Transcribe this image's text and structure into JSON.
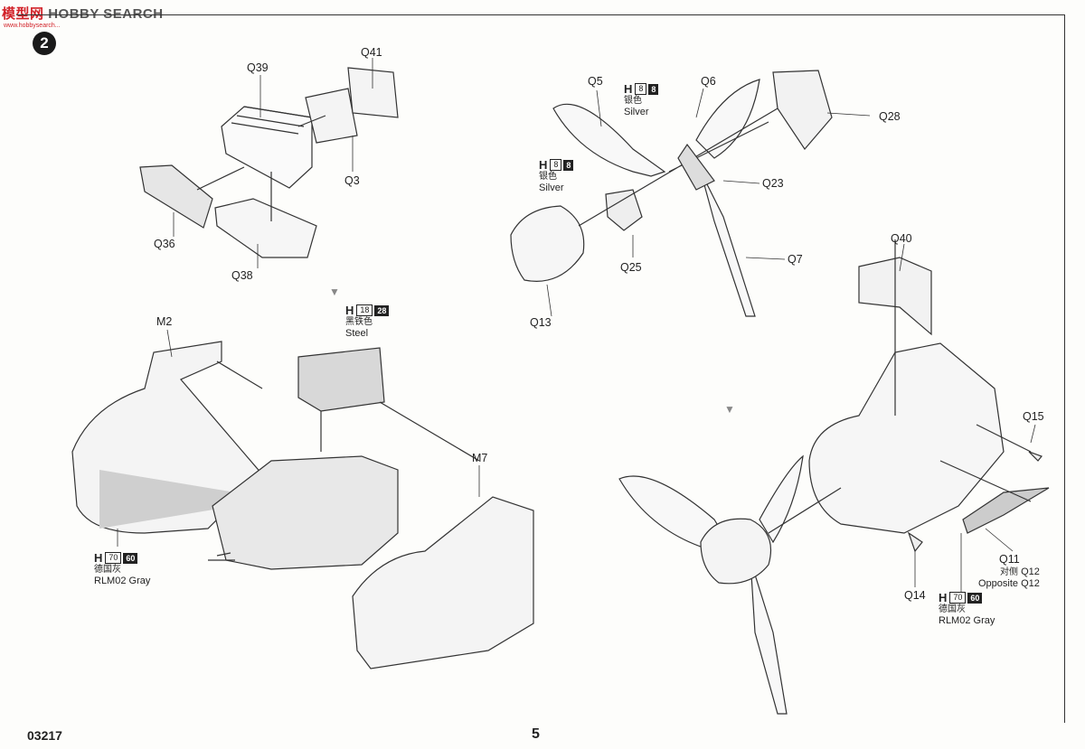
{
  "watermark": {
    "cn": "模型网",
    "en": "HOBBY SEARCH",
    "url": "www.hobbysearch..."
  },
  "step": {
    "number": "2"
  },
  "labels": {
    "Q39": "Q39",
    "Q41": "Q41",
    "Q3": "Q3",
    "Q36": "Q36",
    "Q38": "Q38",
    "Q5": "Q5",
    "Q6": "Q6",
    "Q28": "Q28",
    "Q23": "Q23",
    "Q25": "Q25",
    "Q13": "Q13",
    "Q7": "Q7",
    "M2": "M2",
    "M7": "M7",
    "Q40": "Q40",
    "Q15": "Q15",
    "Q11": "Q11",
    "Q14": "Q14"
  },
  "paints": {
    "silver_top": {
      "h": "H",
      "code1": "8",
      "code2": "8",
      "cn": "银色",
      "en": "Silver"
    },
    "silver_mid": {
      "h": "H",
      "code1": "8",
      "code2": "8",
      "cn": "银色",
      "en": "Silver"
    },
    "steel": {
      "h": "H",
      "code1": "18",
      "code2": "28",
      "cn": "黑铁色",
      "en": "Steel"
    },
    "gray_left": {
      "h": "H",
      "code1": "70",
      "code2": "60",
      "cn": "德国灰",
      "en": "RLM02 Gray"
    },
    "gray_right": {
      "h": "H",
      "code1": "70",
      "code2": "60",
      "cn": "德国灰",
      "en": "RLM02 Gray"
    }
  },
  "opposite": {
    "cn": "对侧",
    "part": "Q12",
    "en": "Opposite Q12"
  },
  "footer": {
    "code": "03217",
    "page": "5"
  },
  "colors": {
    "ink": "#333333",
    "paint_box": "#222222",
    "watermark_red": "#d2232a"
  }
}
